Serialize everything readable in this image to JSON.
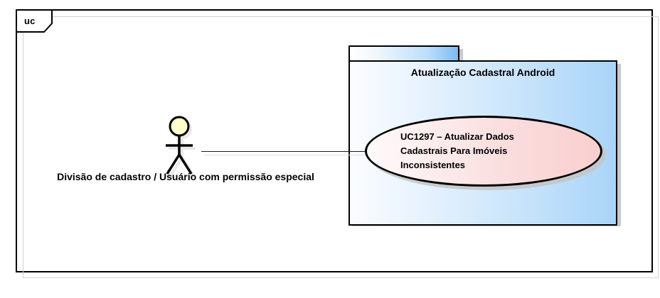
{
  "diagram": {
    "type": "uml-use-case",
    "frame": {
      "tab_label": "uc"
    },
    "package": {
      "name": "Atualização Cadastral Android",
      "fill_gradient_from": "#fbfdff",
      "fill_gradient_to": "#a9d4f8",
      "border_color": "#000000"
    },
    "use_cases": [
      {
        "id": "UC1297",
        "full_label": "UC1297 – Atualizar Dados Cadastrais Para Imóveis Inconsistentes",
        "lines": [
          "UC1297 – Atualizar Dados",
          "Cadastrais Para Imóveis",
          "Inconsistentes"
        ],
        "fill_gradient_from": "#fefafa",
        "fill_gradient_to": "#f9cfcf",
        "border_color": "#000000"
      }
    ],
    "actors": [
      {
        "name": "Divisão de cadastro / Usuário com permissão especial",
        "head_fill": "#ffffcc",
        "stroke": "#000000"
      }
    ],
    "associations": [
      {
        "from": "Divisão de cadastro / Usuário com permissão especial",
        "to": "UC1297 – Atualizar Dados Cadastrais Para Imóveis Inconsistentes",
        "style": "solid",
        "color": "#1a1a1a"
      }
    ]
  }
}
